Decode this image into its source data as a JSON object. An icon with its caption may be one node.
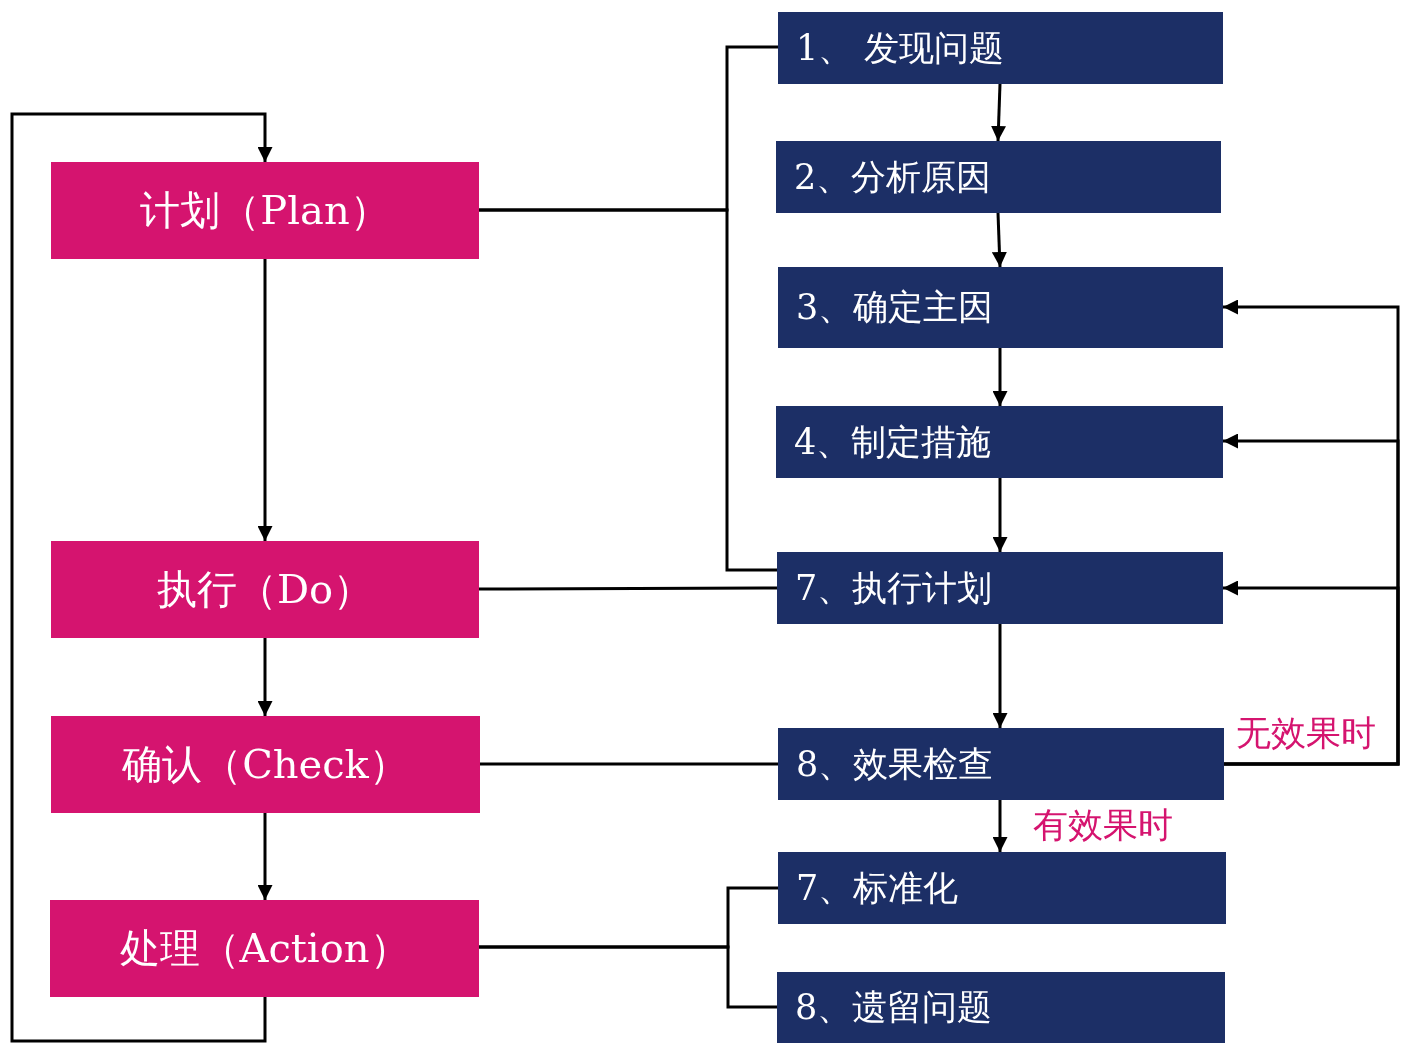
{
  "diagram": {
    "nodes": [
      {
        "text": [
          "计划（Plan）"
        ]
      },
      {
        "text": [
          "执行（Do）"
        ]
      },
      {
        "text": [
          "确认（Check）"
        ]
      },
      {
        "text": [
          "处理（Action）"
        ]
      },
      {
        "text": [
          "1、 发现问题"
        ]
      },
      {
        "text": [
          "2、分析原因"
        ]
      },
      {
        "text": [
          "3、确定主因"
        ]
      },
      {
        "text": [
          "4、制定措施"
        ]
      },
      {
        "text": [
          "7、执行计划"
        ]
      },
      {
        "text": [
          "8、效果检查"
        ]
      },
      {
        "text": [
          "7、标准化"
        ]
      },
      {
        "text": [
          "8、遗留问题"
        ]
      }
    ],
    "edges": [
      {
        "from": 0,
        "to": 1,
        "arrow": "to"
      },
      {
        "from": 1,
        "to": 2,
        "arrow": "to"
      },
      {
        "from": 2,
        "to": 3,
        "arrow": "to"
      },
      {
        "from": 3,
        "to": 0,
        "arrow": "to"
      },
      {
        "from": 0,
        "to": 4,
        "arrow": "none"
      },
      {
        "from": 0,
        "to": 8,
        "arrow": "none"
      },
      {
        "from": 1,
        "to": 8,
        "arrow": "none"
      },
      {
        "from": 2,
        "to": 9,
        "arrow": "none"
      },
      {
        "from": 3,
        "to": 10,
        "arrow": "none"
      },
      {
        "from": 3,
        "to": 11,
        "arrow": "none"
      },
      {
        "from": 4,
        "to": 5,
        "arrow": "to"
      },
      {
        "from": 5,
        "to": 6,
        "arrow": "to"
      },
      {
        "from": 6,
        "to": 7,
        "arrow": "to"
      },
      {
        "from": 7,
        "to": 8,
        "arrow": "to"
      },
      {
        "from": 8,
        "to": 9,
        "arrow": "to"
      },
      {
        "from": 9,
        "to": 10,
        "arrow": "to",
        "label": "有效果时"
      },
      {
        "from": 9,
        "to": 6,
        "arrow": "to",
        "label": "无效果时"
      },
      {
        "from": 9,
        "to": 7,
        "arrow": "to"
      },
      {
        "from": 9,
        "to": 8,
        "arrow": "to"
      }
    ]
  }
}
